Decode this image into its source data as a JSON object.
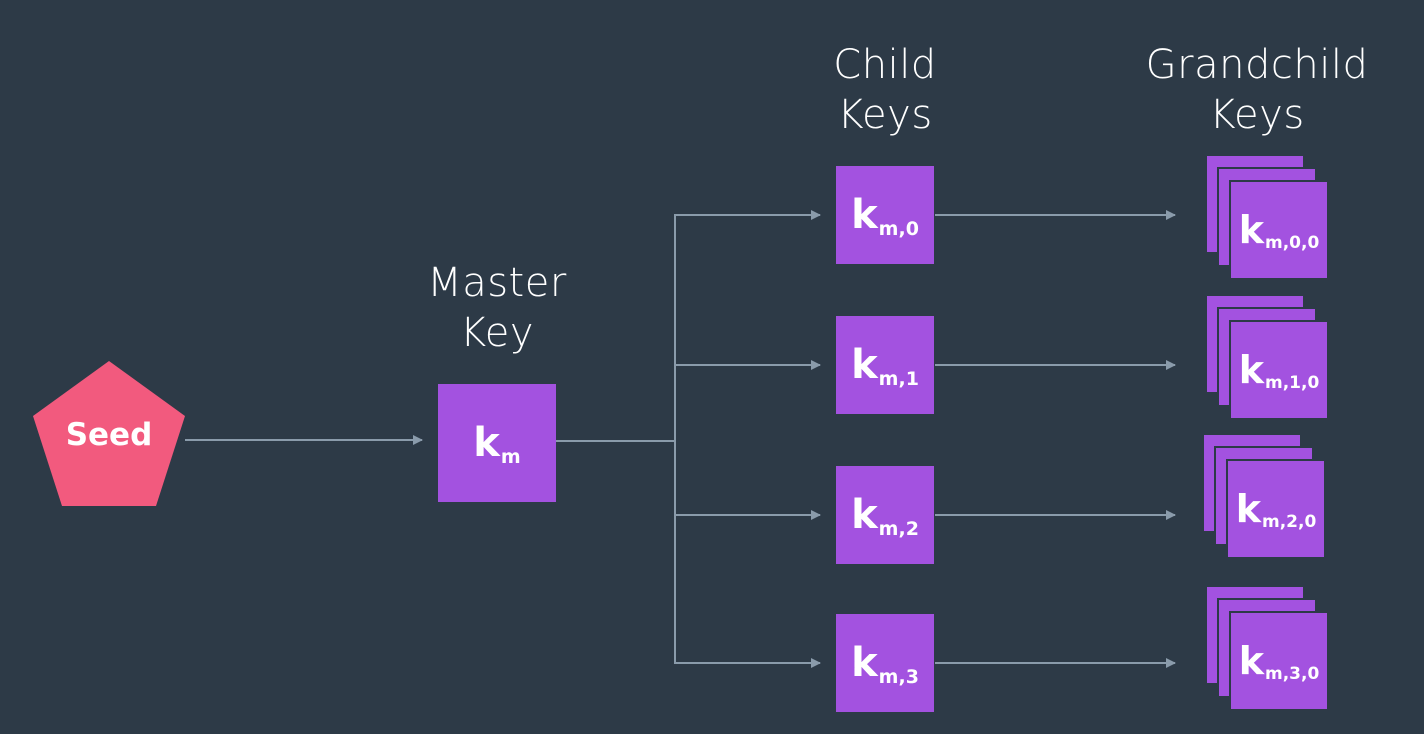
{
  "headings": {
    "master": [
      "Master",
      "Key"
    ],
    "child": [
      "Child",
      "Keys"
    ],
    "grandchild": [
      "Grandchild",
      "Keys"
    ]
  },
  "seed": {
    "label": "Seed",
    "color": "#f25a7e"
  },
  "colors": {
    "background": "#2d3a47",
    "key": "#a352e0",
    "connector": "#8a9bab"
  },
  "master_key": {
    "k": "k",
    "sub": "m"
  },
  "child_keys": [
    {
      "k": "k",
      "sub": "m,0"
    },
    {
      "k": "k",
      "sub": "m,1"
    },
    {
      "k": "k",
      "sub": "m,2"
    },
    {
      "k": "k",
      "sub": "m,3"
    }
  ],
  "grandchild_keys": [
    {
      "k": "k",
      "sub": "m,0,0"
    },
    {
      "k": "k",
      "sub": "m,1,0"
    },
    {
      "k": "k",
      "sub": "m,2,0"
    },
    {
      "k": "k",
      "sub": "m,3,0"
    }
  ]
}
